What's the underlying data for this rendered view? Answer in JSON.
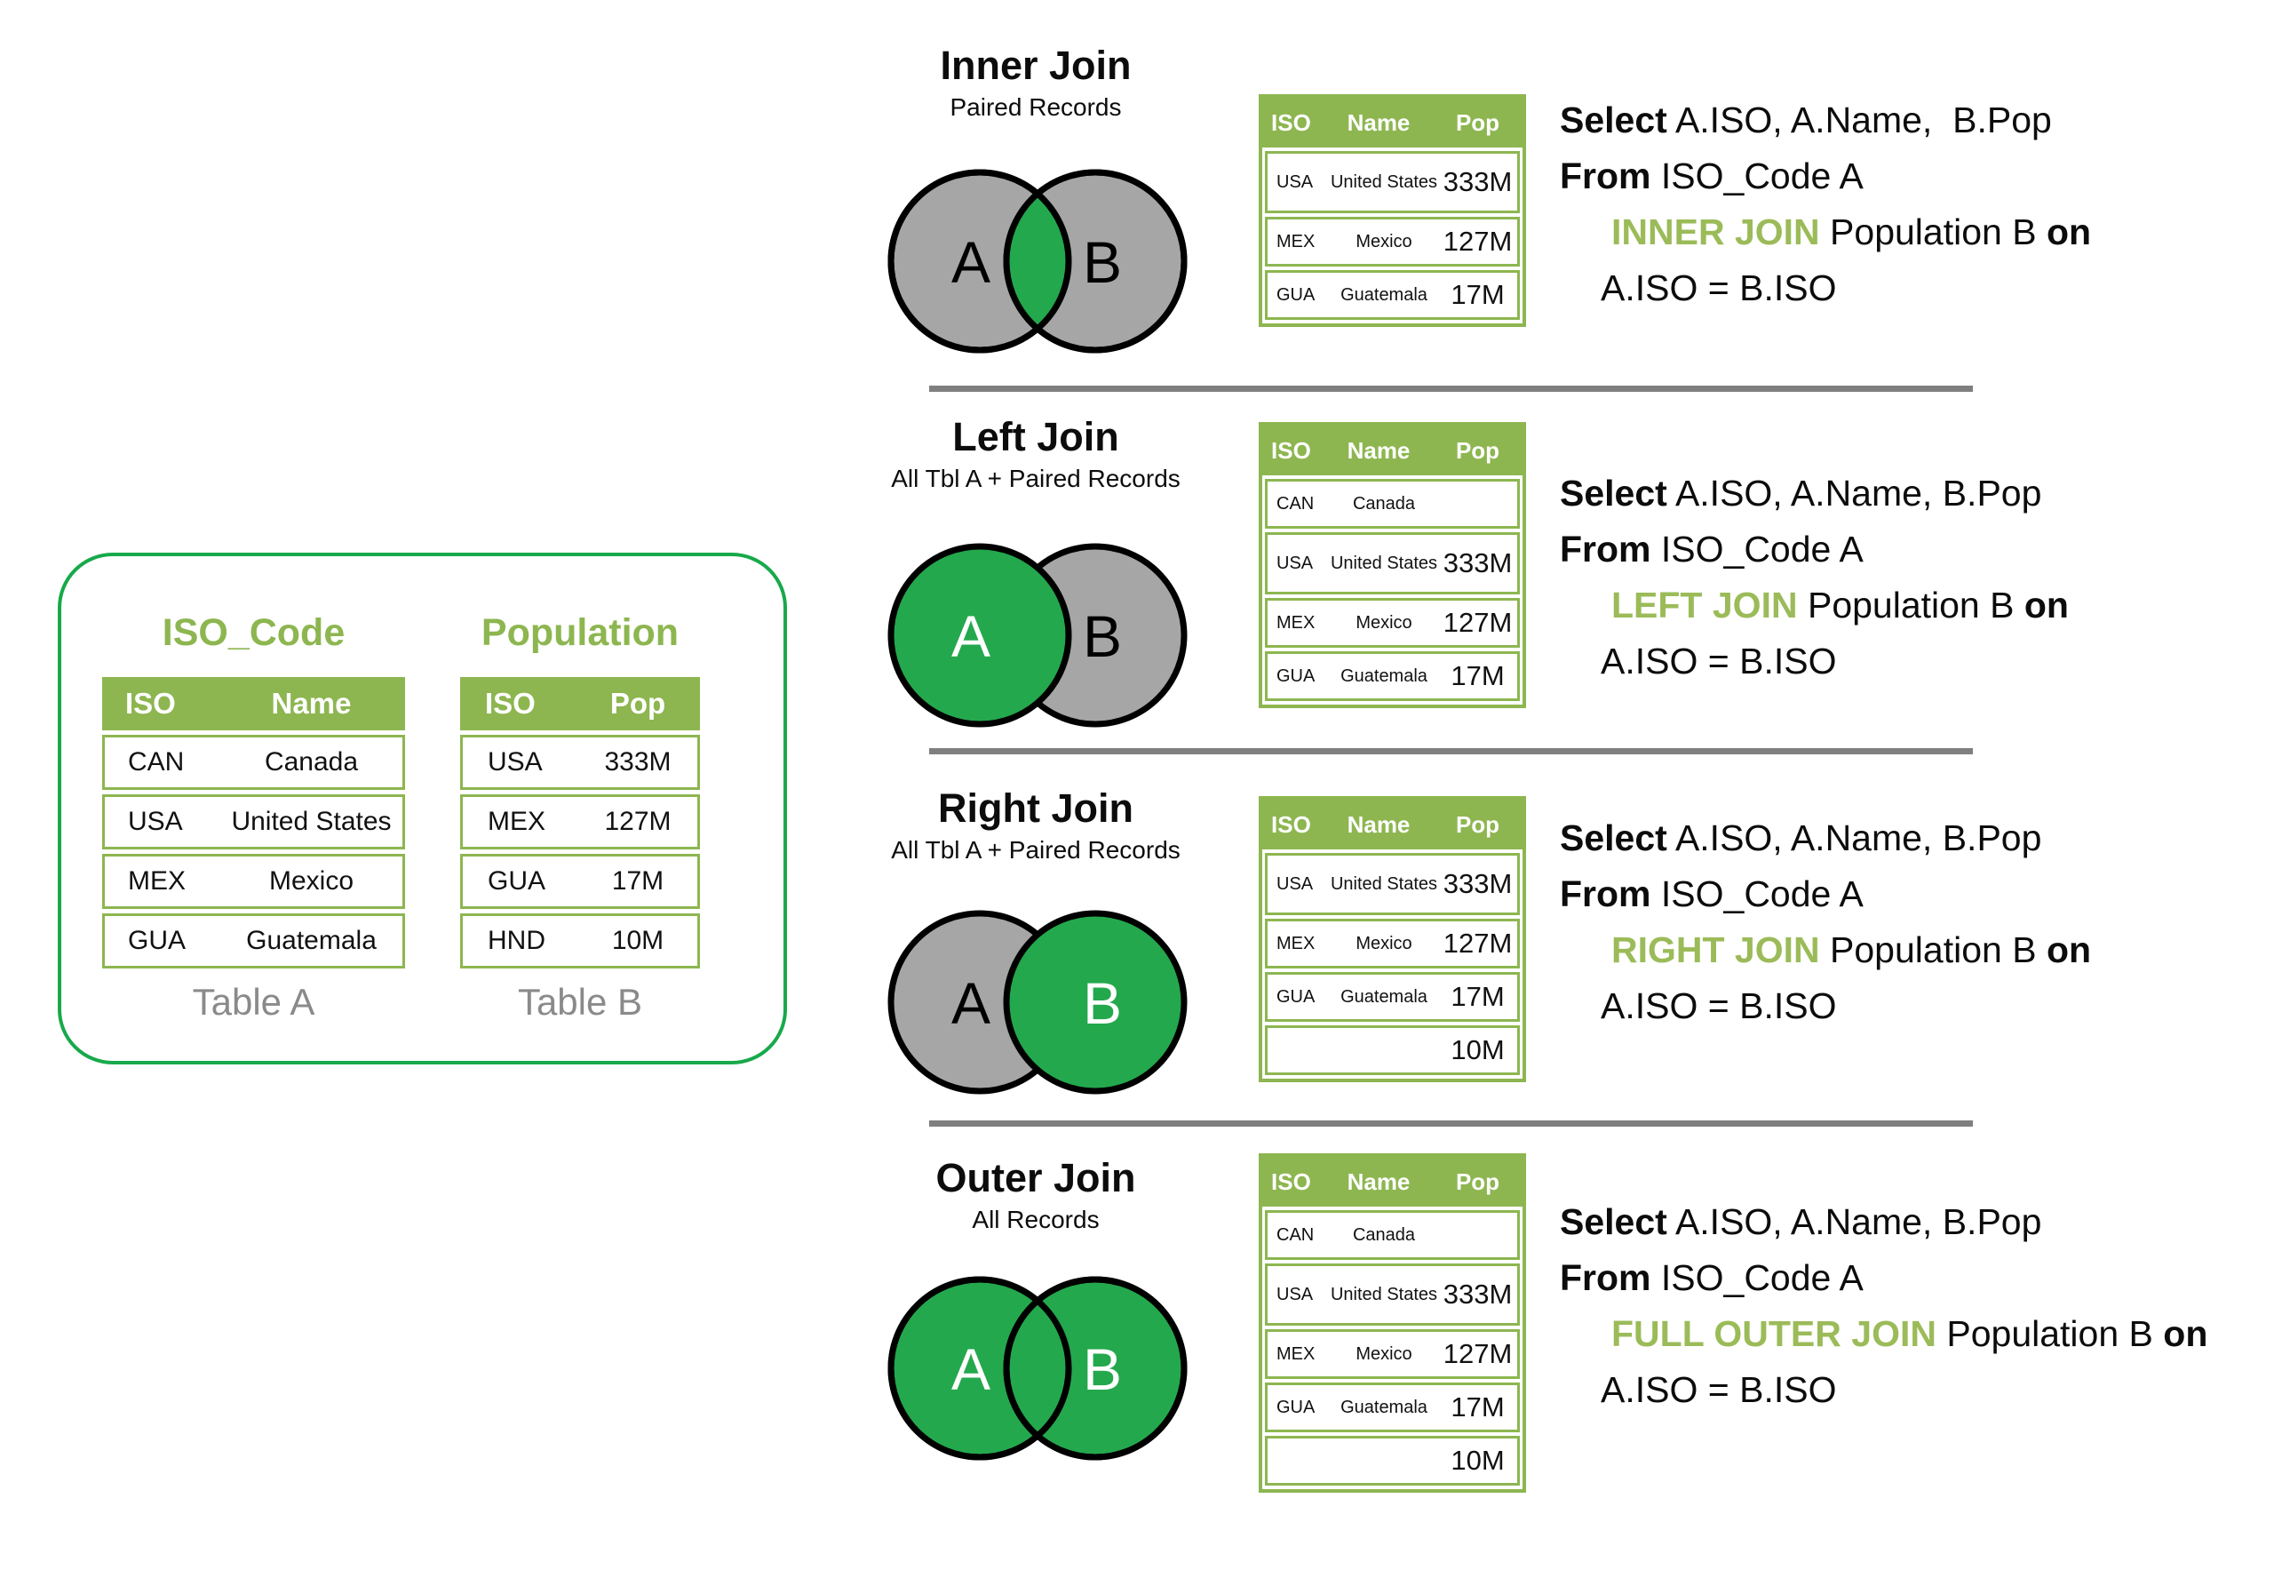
{
  "colors": {
    "olive_green_header": "#8DB650",
    "keyword_green": "#9BBB59",
    "venn_green": "#24A84D",
    "panel_border_green": "#17A94A",
    "circle_gray": "#A6A6A6",
    "divider_gray": "#7F7F7F",
    "caption_gray": "#8A8A8A",
    "text_black": "#0C0C0C"
  },
  "source_panel": {
    "tables": [
      {
        "title": "ISO_Code",
        "caption": "Table A",
        "headers": [
          "ISO",
          "Name"
        ],
        "rows": [
          [
            "CAN",
            "Canada"
          ],
          [
            "USA",
            "United States"
          ],
          [
            "MEX",
            "Mexico"
          ],
          [
            "GUA",
            "Guatemala"
          ]
        ]
      },
      {
        "title": "Population",
        "caption": "Table B",
        "headers": [
          "ISO",
          "Pop"
        ],
        "rows": [
          [
            "USA",
            "333M"
          ],
          [
            "MEX",
            "127M"
          ],
          [
            "GUA",
            "17M"
          ],
          [
            "HND",
            "10M"
          ]
        ]
      }
    ]
  },
  "sections": [
    {
      "title": "Inner Join",
      "subtitle": "Paired Records",
      "venn": {
        "a_label": "A",
        "b_label": "B",
        "a_fill": "gray",
        "b_fill": "gray",
        "intersection_fill": "green",
        "a_text": "black",
        "b_text": "black"
      },
      "result": {
        "headers": [
          "ISO",
          "Name",
          "Pop"
        ],
        "rows": [
          [
            "USA",
            "United States",
            "333M"
          ],
          [
            "MEX",
            "Mexico",
            "127M"
          ],
          [
            "GUA",
            "Guatemala",
            "17M"
          ]
        ]
      },
      "sql": {
        "select_kw": "Select",
        "select_rest": " A.ISO, A.Name,  B.Pop",
        "from_kw": "From",
        "from_rest": " ISO_Code A",
        "join_kw": "INNER JOIN",
        "join_mid": " Population B ",
        "join_end": "on",
        "condition": "A.ISO = B.ISO"
      }
    },
    {
      "title": "Left Join",
      "subtitle": "All Tbl A + Paired Records",
      "venn": {
        "a_label": "A",
        "b_label": "B",
        "a_fill": "green",
        "b_fill": "gray",
        "intersection_fill": "green",
        "a_text": "white",
        "b_text": "black"
      },
      "result": {
        "headers": [
          "ISO",
          "Name",
          "Pop"
        ],
        "rows": [
          [
            "CAN",
            "Canada",
            ""
          ],
          [
            "USA",
            "United States",
            "333M"
          ],
          [
            "MEX",
            "Mexico",
            "127M"
          ],
          [
            "GUA",
            "Guatemala",
            "17M"
          ]
        ]
      },
      "sql": {
        "select_kw": "Select",
        "select_rest": " A.ISO, A.Name, B.Pop",
        "from_kw": "From",
        "from_rest": " ISO_Code A",
        "join_kw": "LEFT JOIN",
        "join_mid": " Population B ",
        "join_end": "on",
        "condition": "A.ISO = B.ISO"
      }
    },
    {
      "title": "Right Join",
      "subtitle": "All Tbl A + Paired Records",
      "venn": {
        "a_label": "A",
        "b_label": "B",
        "a_fill": "gray",
        "b_fill": "green",
        "intersection_fill": "green",
        "a_text": "black",
        "b_text": "white"
      },
      "result": {
        "headers": [
          "ISO",
          "Name",
          "Pop"
        ],
        "rows": [
          [
            "USA",
            "United States",
            "333M"
          ],
          [
            "MEX",
            "Mexico",
            "127M"
          ],
          [
            "GUA",
            "Guatemala",
            "17M"
          ],
          [
            "",
            "",
            "10M"
          ]
        ]
      },
      "sql": {
        "select_kw": "Select",
        "select_rest": " A.ISO, A.Name, B.Pop",
        "from_kw": "From",
        "from_rest": " ISO_Code A",
        "join_kw": "RIGHT JOIN",
        "join_mid": " Population B ",
        "join_end": "on",
        "condition": "A.ISO = B.ISO"
      }
    },
    {
      "title": "Outer Join",
      "subtitle": "All Records",
      "venn": {
        "a_label": "A",
        "b_label": "B",
        "a_fill": "green",
        "b_fill": "green",
        "intersection_fill": "green",
        "a_text": "white",
        "b_text": "white"
      },
      "result": {
        "headers": [
          "ISO",
          "Name",
          "Pop"
        ],
        "rows": [
          [
            "CAN",
            "Canada",
            ""
          ],
          [
            "USA",
            "United States",
            "333M"
          ],
          [
            "MEX",
            "Mexico",
            "127M"
          ],
          [
            "GUA",
            "Guatemala",
            "17M"
          ],
          [
            "",
            "",
            "10M"
          ]
        ]
      },
      "sql": {
        "select_kw": "Select",
        "select_rest": " A.ISO, A.Name, B.Pop",
        "from_kw": "From",
        "from_rest": " ISO_Code A",
        "join_kw": "FULL OUTER JOIN",
        "join_mid": " Population B ",
        "join_end": "on",
        "condition": "A.ISO = B.ISO"
      }
    }
  ]
}
